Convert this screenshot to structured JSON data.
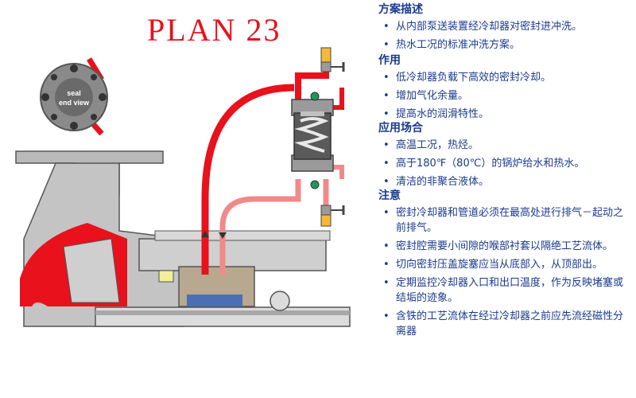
{
  "title": "PLAN 23",
  "diagram": {
    "seal_view_label_line1": "seal",
    "seal_view_label_line2": "end view"
  },
  "panel": {
    "sections": [
      {
        "heading": "方案描述",
        "items": [
          "从内部泵送装置经冷却器对密封进冲洗。",
          "热水工况的标准冲洗方案。"
        ]
      },
      {
        "heading": "作用",
        "items": [
          "低冷却器负载下高效的密封冷却。",
          "增加气化余量。",
          "提高水的润滑特性。"
        ]
      },
      {
        "heading": "应用场合",
        "items": [
          "高温工况，热烃。",
          "高于180℉（80℃）的锅炉给水和热水。",
          "清洁的非聚合液体。"
        ]
      },
      {
        "heading": "注意",
        "items": [
          "密封冷却器和管道必须在最高处进行排气－起动之前排气。",
          "密封腔需要小间隙的喉部衬套以隔绝工艺流体。",
          "切向密封压盖旋塞应当从底部入，从顶部出。",
          "定期监控冷却器入口和出口温度，作为反映堵塞或结垢的迹象。",
          "含铁的工艺流体在经过冷却器之前应先流经磁性分离器"
        ]
      }
    ]
  },
  "colors": {
    "red": "#e8111c",
    "pink": "#f08a8a",
    "grey": "#b9b9b9",
    "dark_grey": "#7a7a7a",
    "text_blue": "#1a3a8c",
    "valve_yellow": "#f5b93a",
    "valve_green": "#1a9a5a"
  }
}
